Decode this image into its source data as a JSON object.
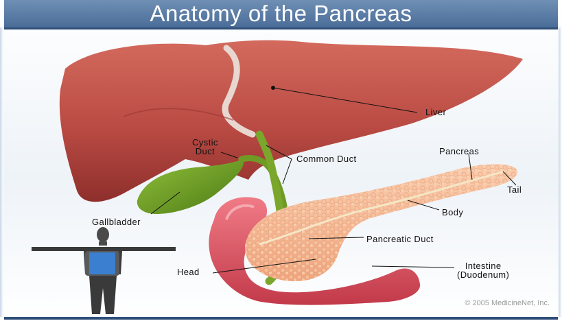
{
  "title": "Anatomy of the Pancreas",
  "labels": {
    "liver": "Liver",
    "cystic_duct_line1": "Cystic",
    "cystic_duct_line2": "Duct",
    "common_duct": "Common Duct",
    "pancreas": "Pancreas",
    "tail": "Tail",
    "body": "Body",
    "gallbladder": "Gallbladder",
    "pancreatic_duct": "Pancreatic Duct",
    "head": "Head",
    "intestine_line1": "Intestine",
    "intestine_line2": "(Duodenum)"
  },
  "copyright": "© 2005 MedicineNet, Inc.",
  "colors": {
    "title_bar": "#4a6d98",
    "liver": "#b94a43",
    "gallbladder": "#5f8f1f",
    "pancreas": "#f3b48d",
    "duodenum": "#d94b5b",
    "figure_highlight": "#3b7fd0"
  }
}
